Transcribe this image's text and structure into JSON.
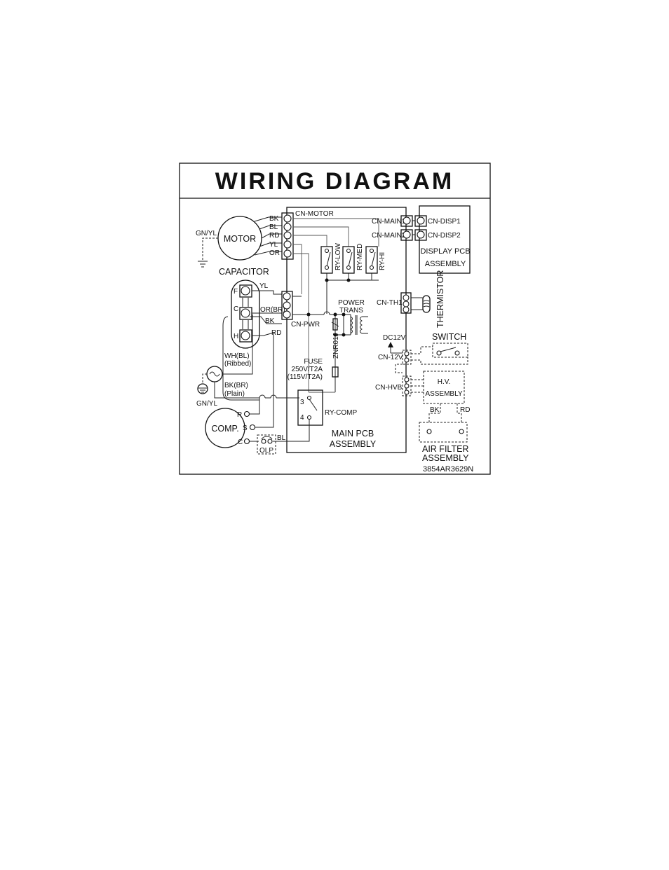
{
  "title": "WIRING DIAGRAM",
  "part_number": "3854AR3629N",
  "motor": {
    "label": "MOTOR",
    "ground_label": "GN/YL",
    "wires": [
      "BK",
      "BL",
      "RD",
      "YL",
      "OR"
    ]
  },
  "connectors": {
    "cn_motor": "CN-MOTOR",
    "cn_pwr": "CN-PWR",
    "cn_main1": "CN-MAIN1",
    "cn_main2": "CN-MAIN2",
    "cn_disp1": "CN-DISP1",
    "cn_disp2": "CN-DISP2",
    "cn_th1": "CN-TH1",
    "cn_12v": "CN-12V",
    "cn_hvb": "CN-HVB"
  },
  "capacitor": {
    "label": "CAPACITOR",
    "terminals": [
      "F",
      "C",
      "H"
    ],
    "wire_yl": "YL",
    "wire_or": "OR(BR)",
    "wire_bk": "BK",
    "wire_rd": "RD"
  },
  "power": {
    "wh_label": "WH(BL)",
    "wh_sub": "(Ribbed)",
    "bk_label": "BK(BR)",
    "bk_sub": "(Plain)",
    "ground_label": "GN/YL"
  },
  "relays": [
    "RY-LOW",
    "RY-MED",
    "RY-HI"
  ],
  "power_trans": [
    "POWER",
    "TRANS"
  ],
  "varistor": "ZNR01J",
  "fuse": [
    "FUSE",
    "250V/T2A",
    "(115V/T2A)"
  ],
  "ry_comp": {
    "label": "RY-COMP",
    "pins": [
      "3",
      "4"
    ]
  },
  "main_pcb": [
    "MAIN PCB",
    "ASSEMBLY"
  ],
  "display_pcb": [
    "DISPLAY PCB",
    "ASSEMBLY"
  ],
  "thermistor": "THERMISTOR",
  "switch": "SWITCH",
  "dc12v": "DC12V",
  "hv_assembly": [
    "H.V.",
    "ASSEMBLY"
  ],
  "hv_wires": [
    "BK",
    "RD"
  ],
  "air_filter": [
    "AIR FILTER",
    "ASSEMBLY"
  ],
  "compressor": {
    "label": "COMP.",
    "terminals": [
      "R",
      "S",
      "C"
    ],
    "olp": "OLP",
    "wire_bl": "BL"
  }
}
